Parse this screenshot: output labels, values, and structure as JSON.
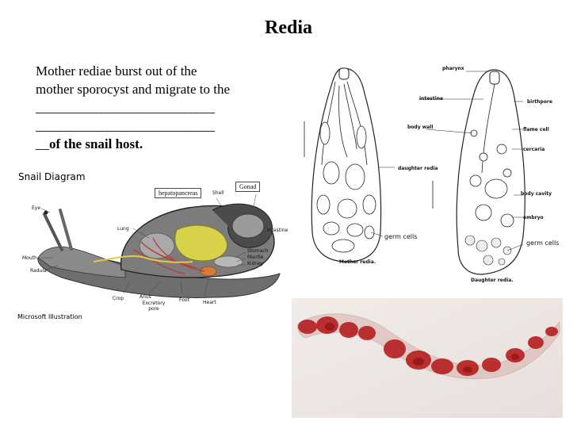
{
  "slide": {
    "title": "Redia",
    "text_lines": [
      "Mother rediae burst out of the",
      "mother sporocyst and migrate to the",
      "______________________________",
      "______________________________"
    ],
    "last_line_blank": "__",
    "last_line_bold": "of the snail host."
  },
  "snail_diagram": {
    "title": "Snail Diagram",
    "credit": "Microsoft Illustration",
    "labels": {
      "hepatopancreas": "hepatopancreas",
      "gonad": "Gonad",
      "shell": "Shell",
      "eye": "Eye",
      "lung": "Lung",
      "intestine": "Intestine",
      "mouth": "Mouth",
      "radula": "Radula",
      "stomach": "Stomach",
      "mantle": "Mantle",
      "kidney": "Kidney",
      "crop": "Crop",
      "anus": "Anus",
      "excretory_pore": "Excretory pore",
      "foot": "Foot",
      "heart": "Heart"
    },
    "colors": {
      "box_border": "#2b3fbf",
      "body": "#6b6b6b",
      "hepatopancreas": "#d8d24a",
      "vessels": "#c0392b"
    }
  },
  "redia_drawing": {
    "labels": {
      "pharynx": "pharynx",
      "intestine": "intestine",
      "birthpore": "birthpore",
      "body_wall": "body wall",
      "flame_cell": "flame cell",
      "cercaria": "cercaria",
      "daughter_redia": "daughter redia",
      "body_cavity": "body cavity",
      "embryo": "embryo",
      "germ_cells_left": "germ cells",
      "germ_cells_right": "germ cells",
      "mother_redia": "Mother redia.",
      "daughter_redia_caption": "Daughter redia."
    }
  },
  "photo": {
    "colors": {
      "background": "#efe9e6",
      "redia": "#b51e1e"
    }
  }
}
